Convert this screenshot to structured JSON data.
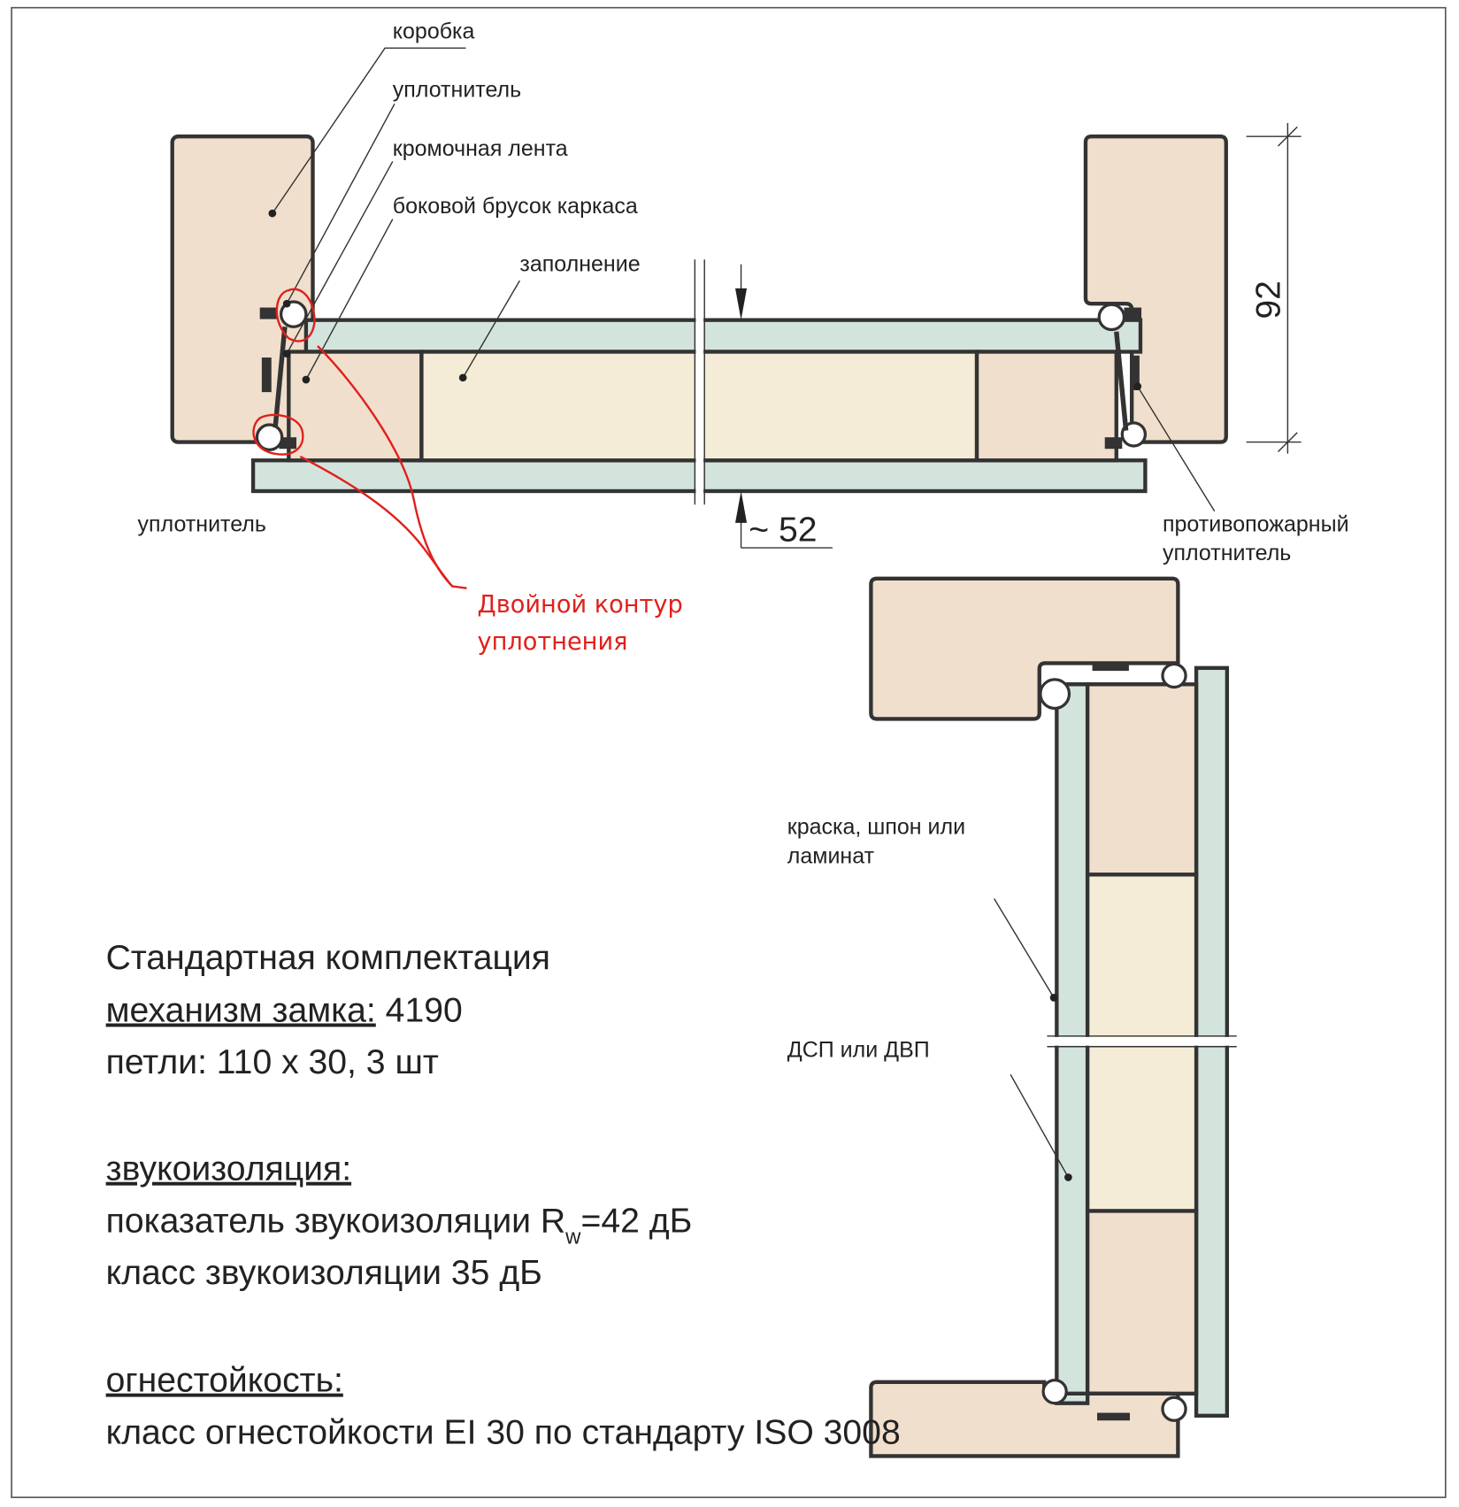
{
  "top_section": {
    "labels": {
      "frame": "коробка",
      "seal": "уплотнитель",
      "edge_tape": "кромочная лента",
      "side_bar": "боковой брусок каркаса",
      "filling": "заполнение",
      "seal_bottom": "уплотнитель",
      "fire_seal_line1": "противопожарный",
      "fire_seal_line2": "уплотнитель"
    },
    "dimensions": {
      "frame_depth": "92",
      "door_thickness": "~ 52"
    },
    "annotation": {
      "line1": "Двойной контур",
      "line2": "уплотнения",
      "color": "#e0201c"
    }
  },
  "side_section": {
    "labels": {
      "finish_line1": "краска, шпон или",
      "finish_line2": "ламинат",
      "board": "ДСП или ДВП"
    }
  },
  "specs": {
    "heading": "Стандартная комплектация",
    "lock_label": "механизм замка:",
    "lock_value": " 4190",
    "hinges": "петли: 110 х 30, 3 шт",
    "sound_heading": "звукоизоляция:",
    "sound_index_prefix": "показатель звукоизоляции R",
    "sound_index_sub": "w",
    "sound_index_value": "=42 дБ",
    "sound_class": "класс звукоизоляции 35 дБ",
    "fire_heading": "огнестойкость:",
    "fire_class": "класс огнестойкости EI 30 по стандарту ISO 3008"
  },
  "colors": {
    "wood": "#f0dfcc",
    "filling": "#f5ecd8",
    "panel": "#d3e4dd",
    "annotation": "#e0201c"
  }
}
